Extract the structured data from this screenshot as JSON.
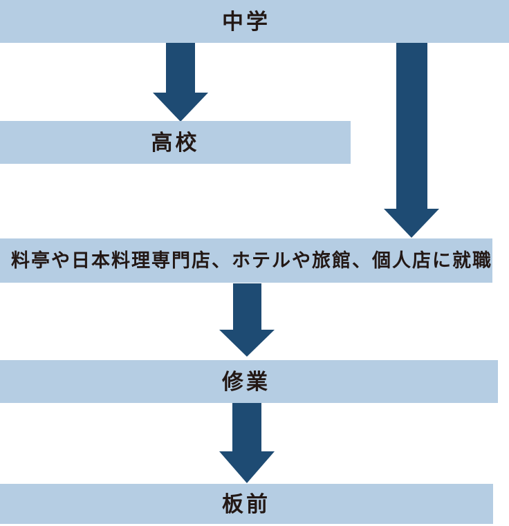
{
  "diagram": {
    "type": "flowchart",
    "background_color": "#ffffff",
    "band_color": "#b5cde3",
    "arrow_color": "#1e4b73",
    "text_color": "#231815",
    "nodes": [
      {
        "id": "middle-school",
        "label": "中学"
      },
      {
        "id": "high-school",
        "label": "高校"
      },
      {
        "id": "employment",
        "label": "料亭や日本料理専門店、ホテルや旅館、個人店に就職"
      },
      {
        "id": "training",
        "label": "修業"
      },
      {
        "id": "itamae",
        "label": "板前"
      }
    ],
    "edges": [
      {
        "from": "middle-school",
        "to": "high-school"
      },
      {
        "from": "middle-school",
        "to": "employment"
      },
      {
        "from": "employment",
        "to": "training"
      },
      {
        "from": "training",
        "to": "itamae"
      }
    ]
  }
}
